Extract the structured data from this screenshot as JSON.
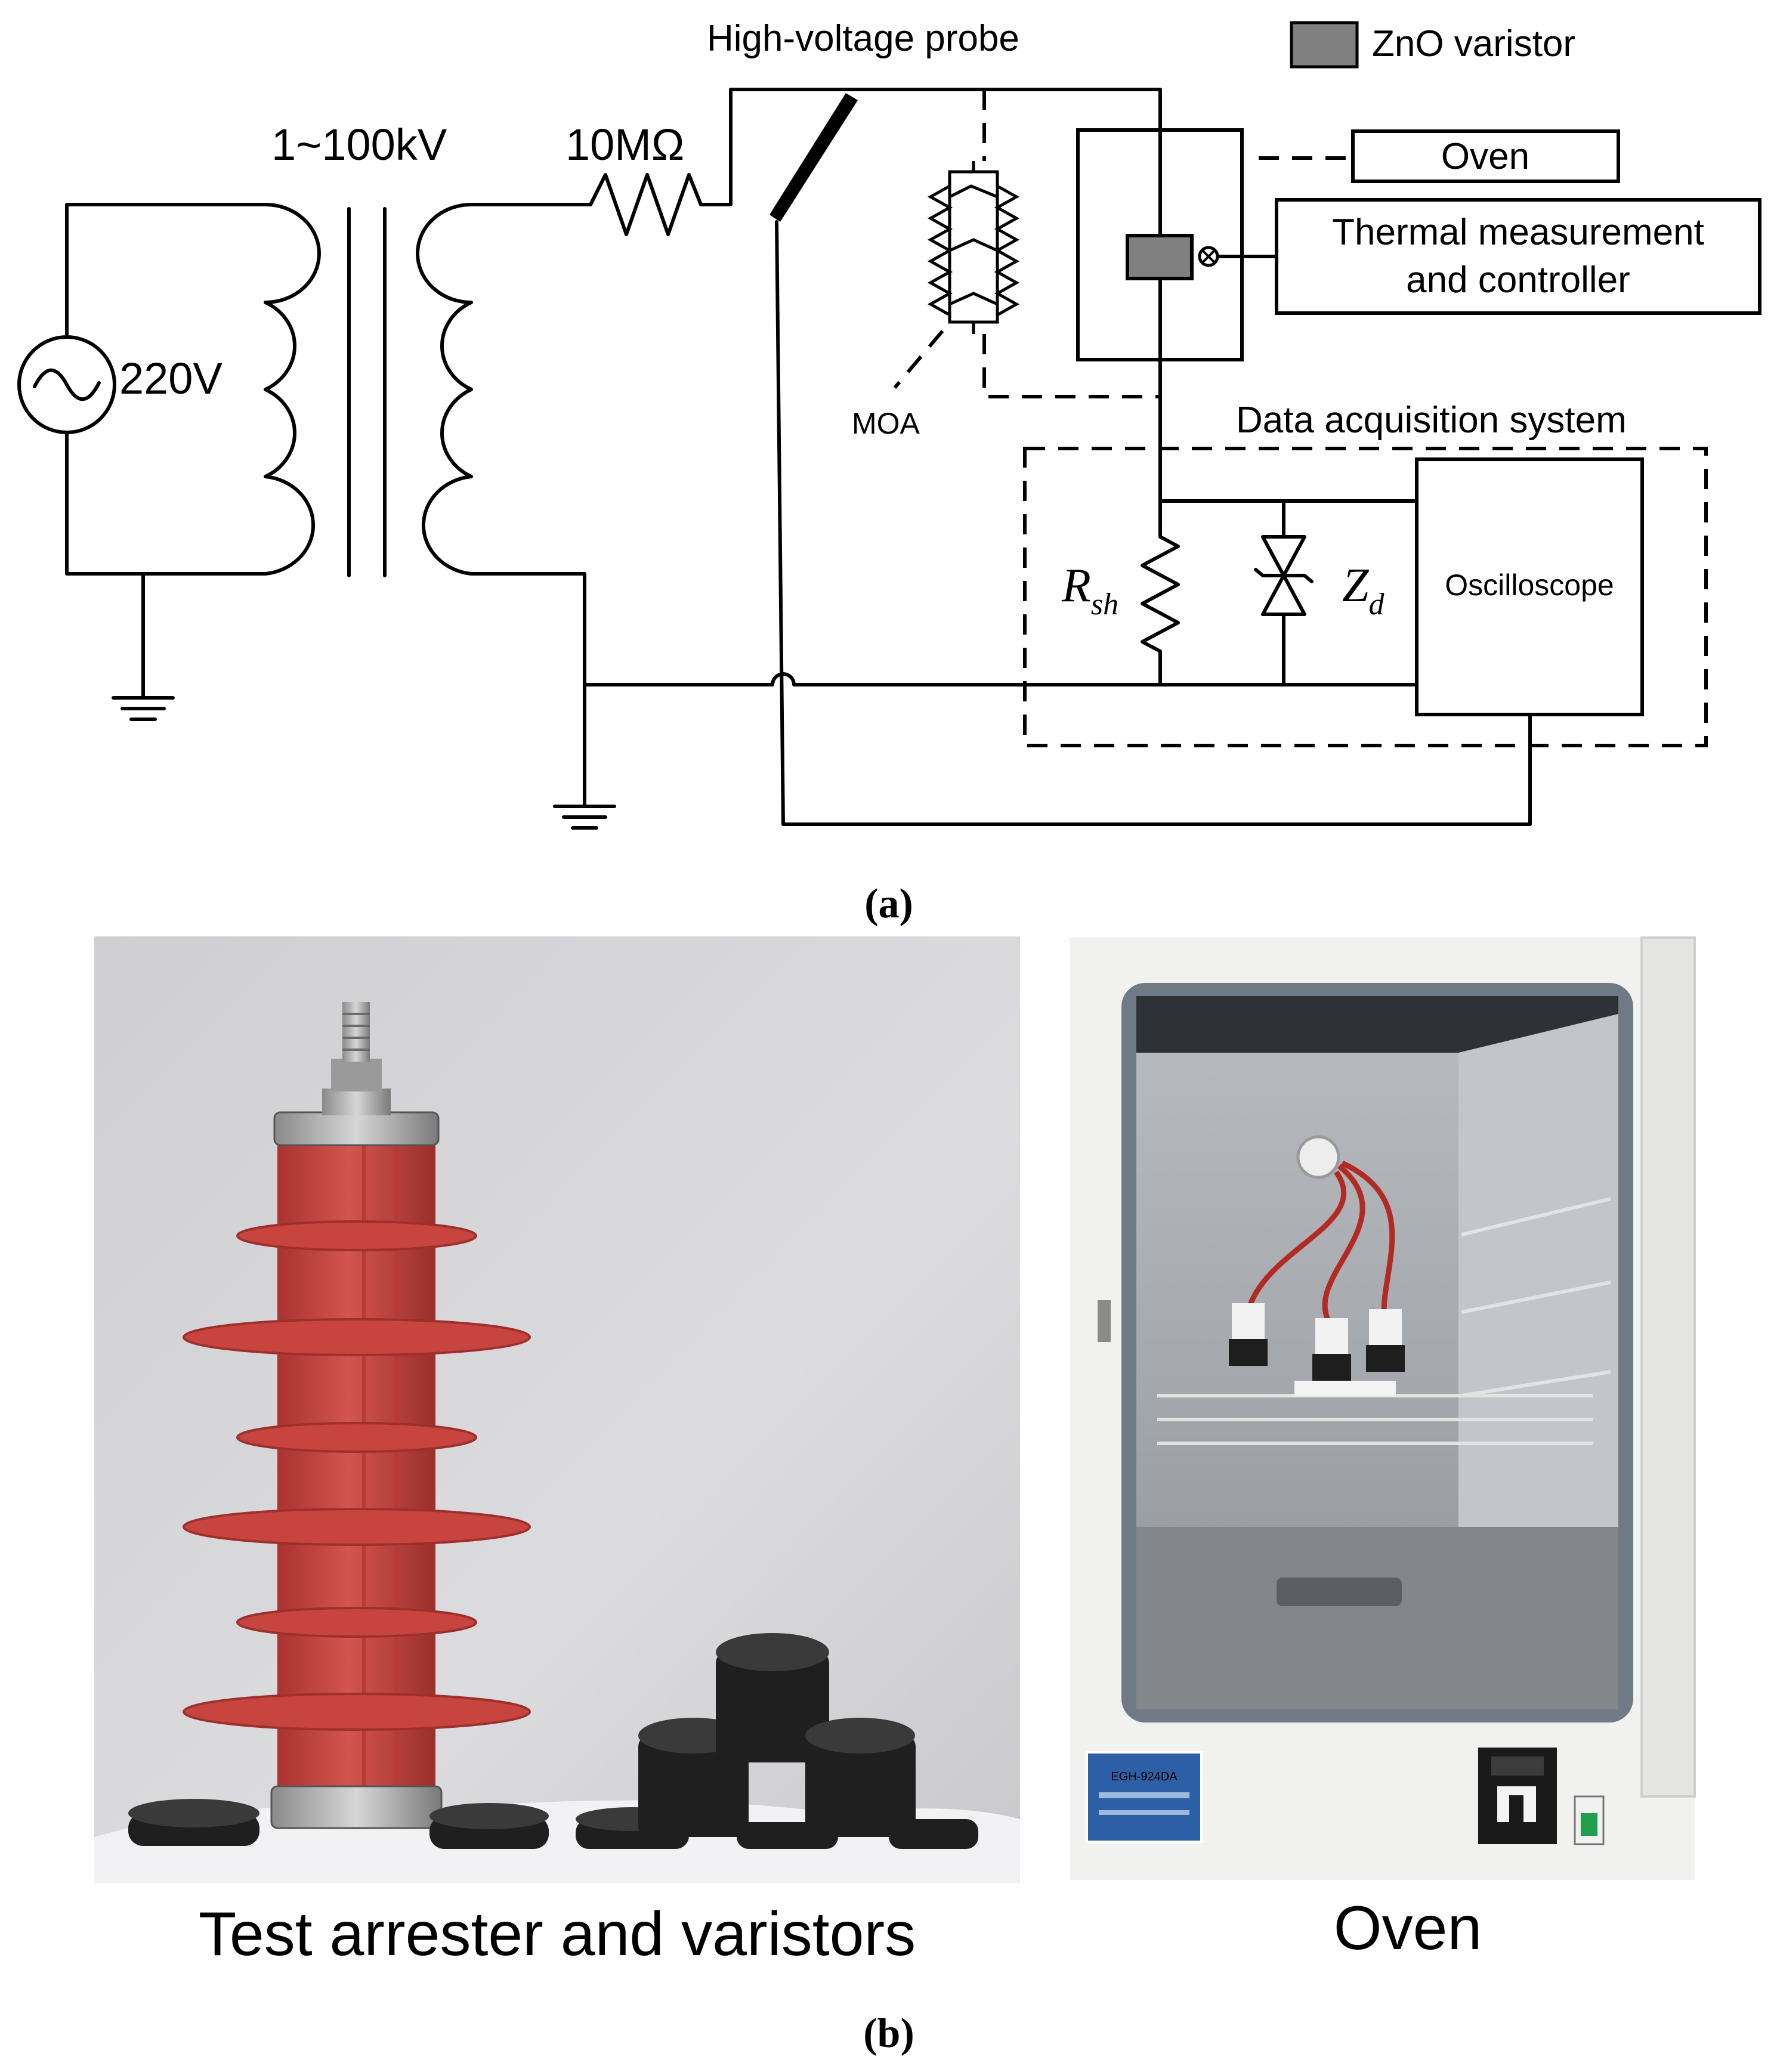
{
  "circuit": {
    "source_label": "220V",
    "transformer_label": "1~100kV",
    "resistor_label": "10MΩ",
    "probe_label": "High-voltage probe",
    "legend_label": "ZnO varistor",
    "legend_color": "#808080",
    "oven_label": "Oven",
    "thermal_label_line1": "Thermal measurement",
    "thermal_label_line2": "and controller",
    "moa_label": "MOA",
    "daq_label": "Data acquisition system",
    "shunt_symbol": "R",
    "shunt_subscript": "sh",
    "zener_symbol": "Z",
    "zener_subscript": "d",
    "scope_label": "Oscilloscope",
    "caption_a": "(a)"
  },
  "photos": {
    "left_caption": "Test arrester and varistors",
    "right_caption": "Oven",
    "oven_model": "EGH-924DA",
    "caption_b": "(b)",
    "arrester_color": "#c8443f"
  }
}
